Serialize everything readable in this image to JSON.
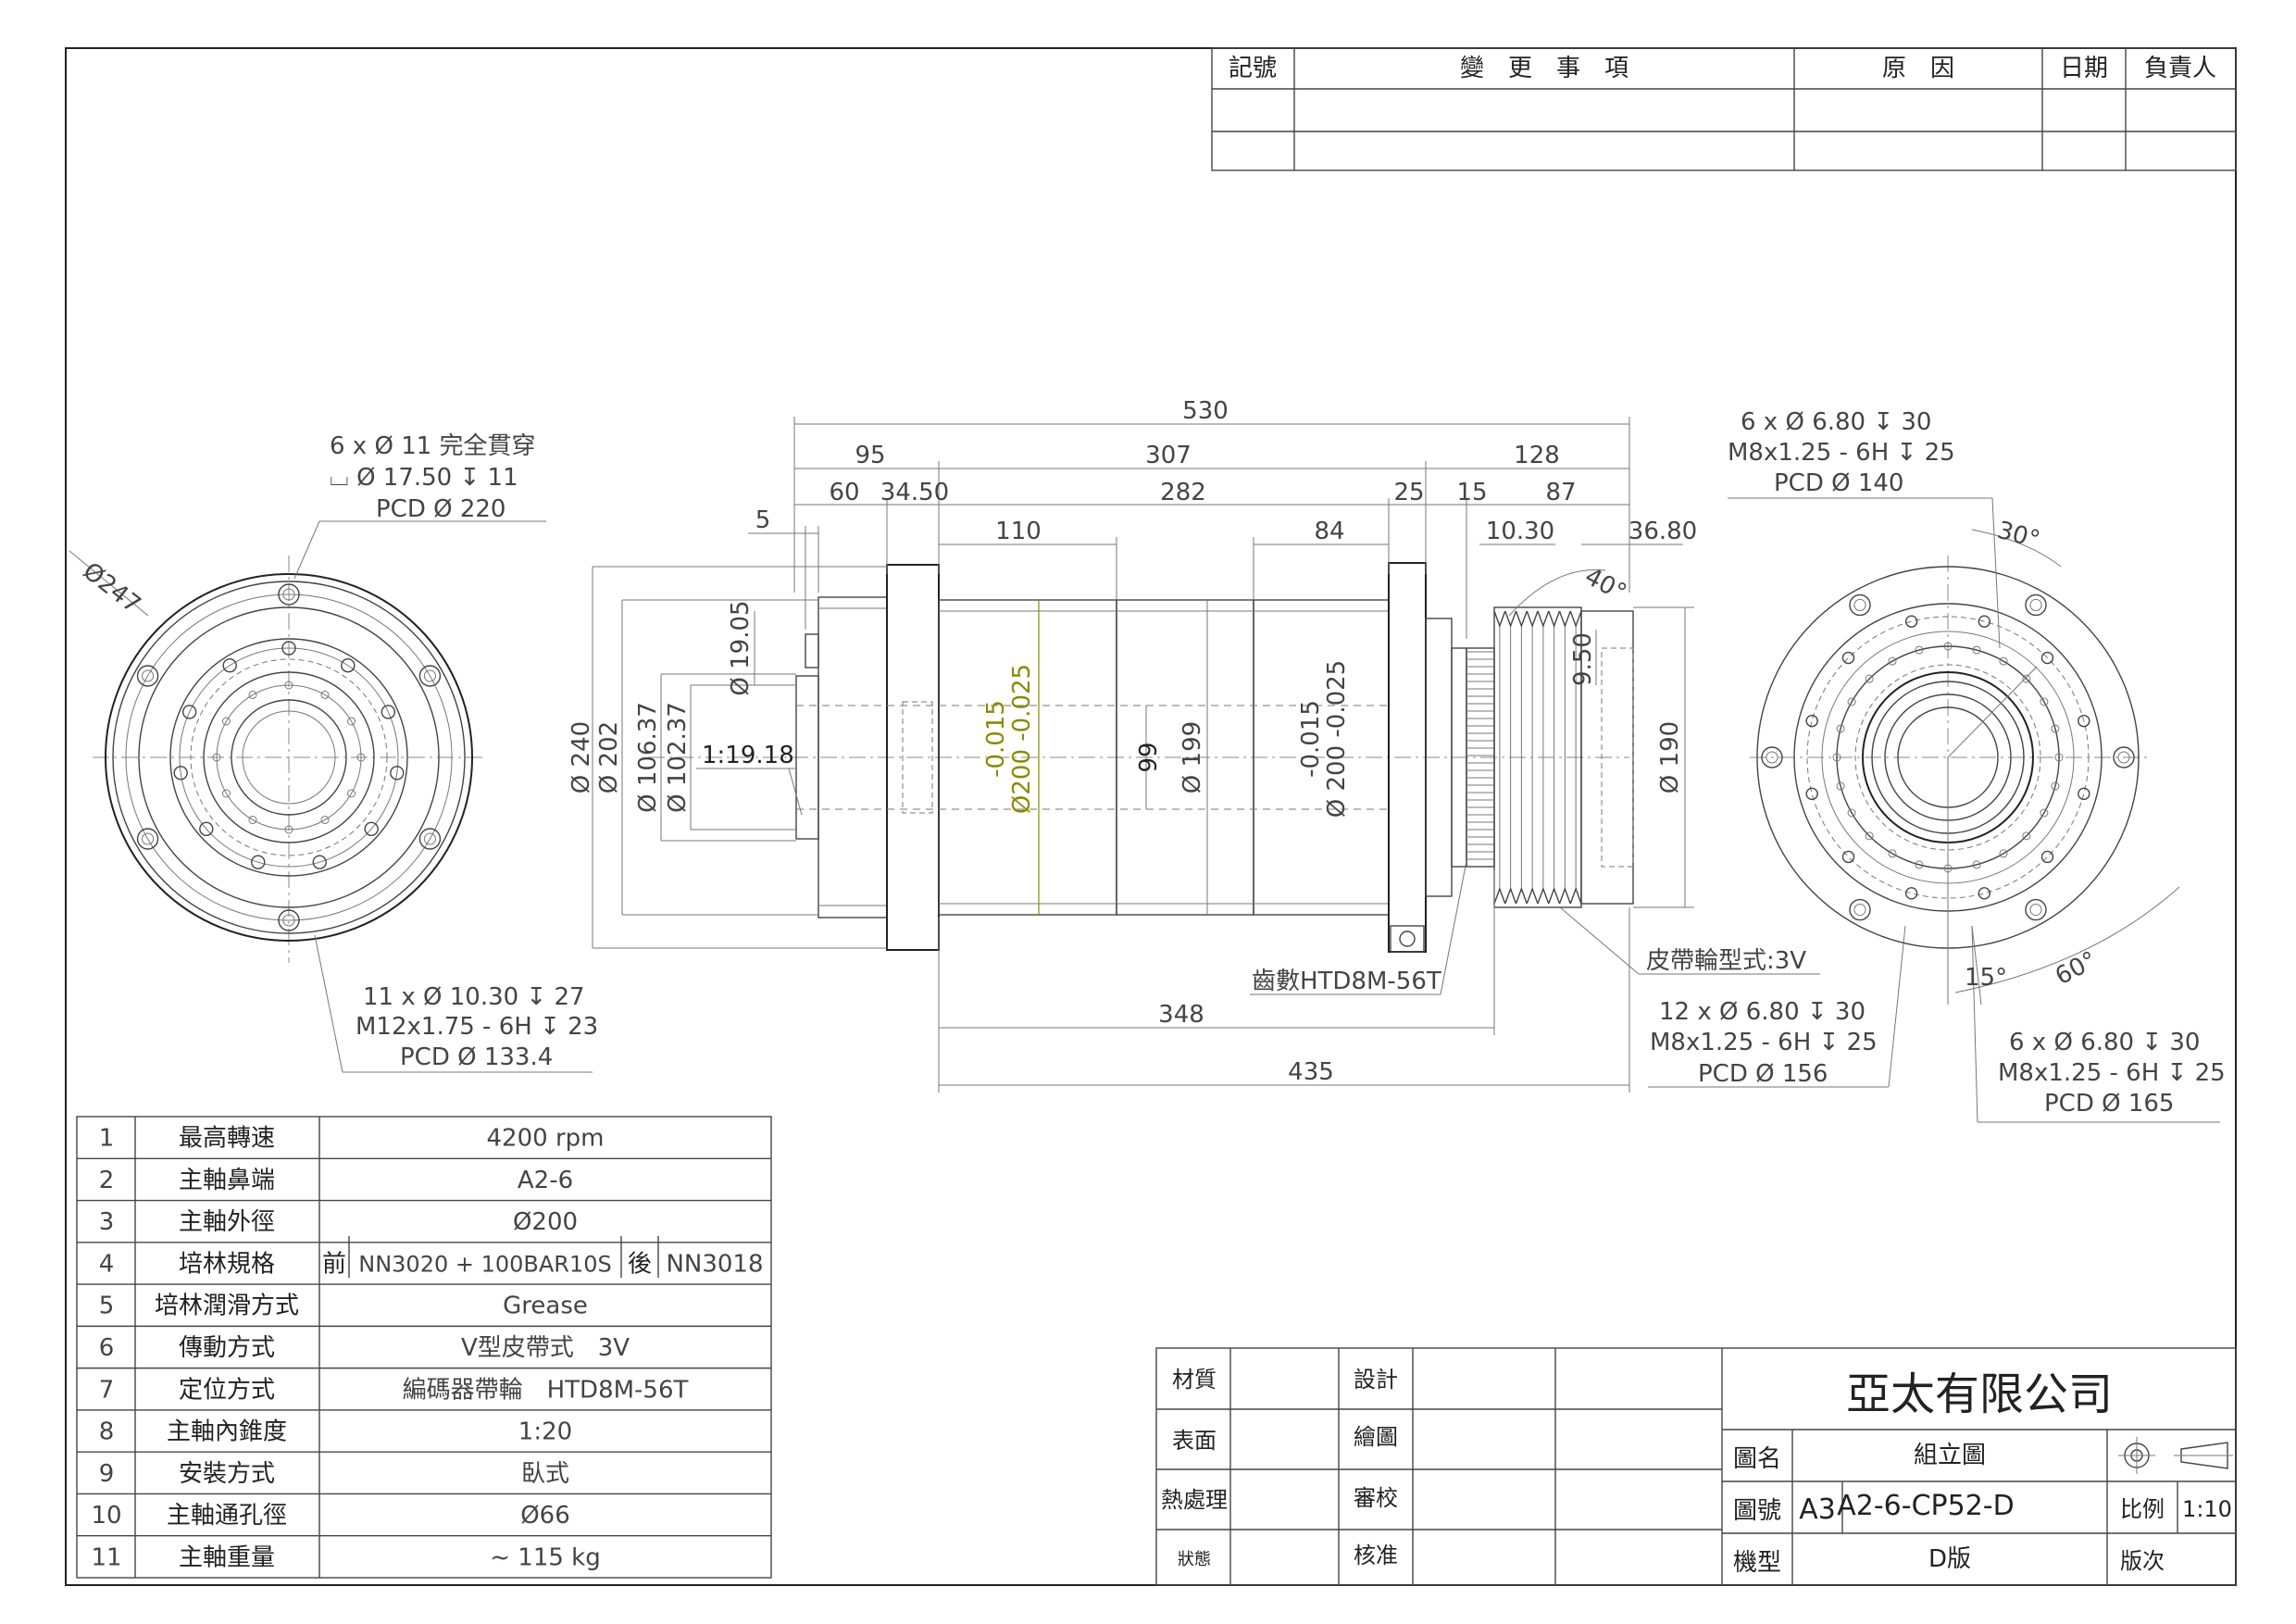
{
  "revision_table": {
    "headers": [
      "記號",
      "變　更　事　項",
      "原　因",
      "日期",
      "負責人"
    ]
  },
  "left_view": {
    "diameter": "Ø247",
    "note_lines": [
      "6 x Ø 11 完全貫穿",
      "⌴ Ø 17.50 ↧ 11",
      "PCD Ø 220"
    ],
    "bottom_note_lines": [
      "11 x Ø 10.30 ↧ 27",
      "M12x1.75 - 6H ↧ 23",
      "PCD Ø 133.4"
    ]
  },
  "side_view": {
    "dims_top": [
      "530",
      "95",
      "307",
      "128",
      "60",
      "34.50",
      "282",
      "25",
      "15",
      "87",
      "5",
      "110",
      "84",
      "10.30",
      "36.80"
    ],
    "angle_40": "40°",
    "dims_vertical": [
      "Ø 240",
      "Ø 202",
      "Ø 106.37",
      "Ø 102.37",
      "Ø 19.05",
      "66",
      "Ø 199",
      "Ø 190",
      "9.50"
    ],
    "taper": "1:19.18",
    "tol_center": [
      "-0.015",
      "Ø200 -0.025"
    ],
    "tol_right": [
      "-0.015",
      "Ø 200 -0.025"
    ],
    "belt_label": "皮帶輪型式:3V",
    "teeth_label": "齒數HTD8M-56T",
    "dim_348": "348",
    "dim_435": "435",
    "note_12x": [
      "12 x Ø 6.80 ↧ 30",
      "M8x1.25 - 6H ↧ 25",
      "PCD Ø 156"
    ]
  },
  "right_view": {
    "note_top": [
      "6 x Ø 6.80 ↧ 30",
      "M8x1.25 - 6H ↧ 25",
      "PCD Ø 140"
    ],
    "angle_30": "30°",
    "angle_15": "15°",
    "angle_60": "60°",
    "note_bottom": [
      "6 x Ø 6.80 ↧ 30",
      "M8x1.25 - 6H ↧ 25",
      "PCD Ø 165"
    ]
  },
  "spec_table": [
    {
      "no": "1",
      "item": "最高轉速",
      "value": "4200 rpm"
    },
    {
      "no": "2",
      "item": "主軸鼻端",
      "value": "A2-6"
    },
    {
      "no": "3",
      "item": "主軸外徑",
      "value": "Ø200"
    },
    {
      "no": "4",
      "item": "培林規格",
      "front_label": "前",
      "front": "NN3020 + 100BAR10S",
      "rear_label": "後",
      "rear": "NN3018"
    },
    {
      "no": "5",
      "item": "培林潤滑方式",
      "value": "Grease"
    },
    {
      "no": "6",
      "item": "傳動方式",
      "value": "V型皮帶式　3V"
    },
    {
      "no": "7",
      "item": "定位方式",
      "value": "編碼器帶輪　HTD8M-56T"
    },
    {
      "no": "8",
      "item": "主軸內錐度",
      "value": "1:20"
    },
    {
      "no": "9",
      "item": "安裝方式",
      "value": "臥式"
    },
    {
      "no": "10",
      "item": "主軸通孔徑",
      "value": "Ø66"
    },
    {
      "no": "11",
      "item": "主軸重量",
      "value": "~ 115 kg"
    }
  ],
  "title_block": {
    "material": "材質",
    "surface": "表面",
    "heat": "熱處理",
    "status": "狀態",
    "design": "設計",
    "drawing": "繪圖",
    "review": "審校",
    "approve": "核准",
    "company": "亞太有限公司",
    "name_label": "圖名",
    "name_value": "組立圖",
    "no_label": "圖號",
    "sheet_size": "A3",
    "drawing_no": "A2-6-CP52-D",
    "scale_label": "比例",
    "scale": "1:10",
    "model_label": "機型",
    "version_value": "D版",
    "version_label": "版次"
  }
}
